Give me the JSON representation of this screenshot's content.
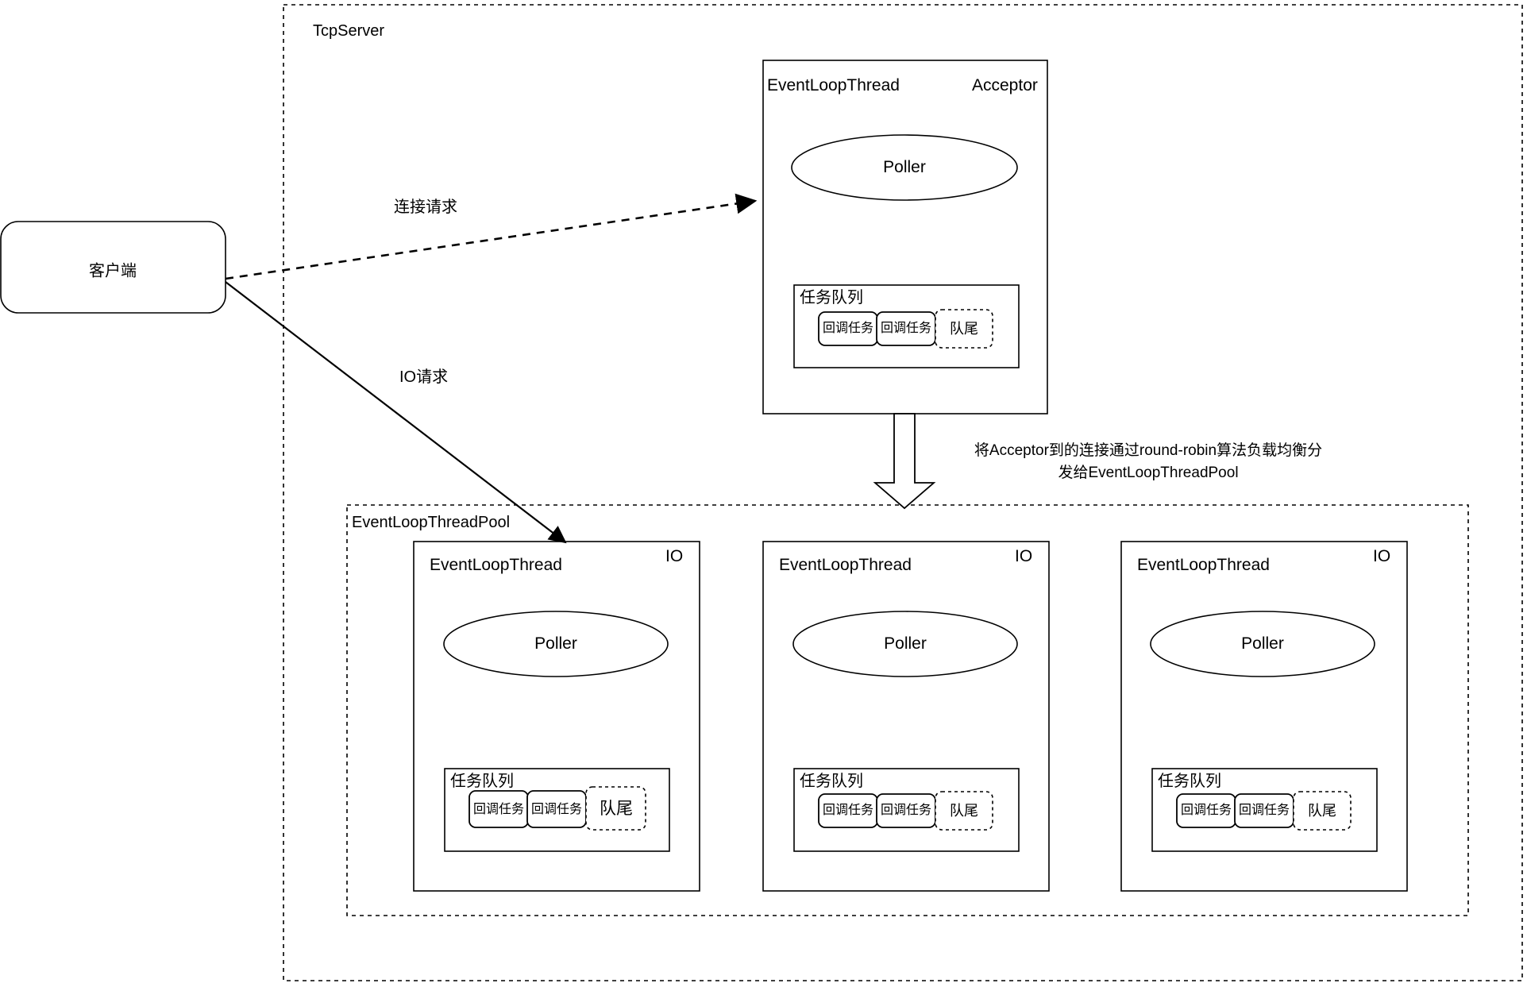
{
  "diagram": {
    "title": "TcpServer muduo-style reactor architecture",
    "colors": {
      "stroke": "#000000",
      "fill": "#ffffff",
      "background": "#ffffff"
    },
    "containers": [
      {
        "id": "tcpserver",
        "label": "TcpServer",
        "style": "dashed"
      },
      {
        "id": "pool",
        "label": "EventLoopThreadPool",
        "style": "dashed"
      }
    ],
    "client": {
      "label": "客户端",
      "shape": "rounded-rectangle"
    },
    "acceptor_thread": {
      "title": "EventLoopThread",
      "corner_label": "Acceptor",
      "poller": "Poller",
      "queue": {
        "label": "任务队列",
        "tasks": [
          "回调任务",
          "回调任务"
        ],
        "tail": "队尾"
      }
    },
    "pool_threads": [
      {
        "title": "EventLoopThread",
        "corner_label": "IO",
        "poller": "Poller",
        "queue": {
          "label": "任务队列",
          "tasks": [
            "回调任务",
            "回调任务"
          ],
          "tail": "队尾"
        }
      },
      {
        "title": "EventLoopThread",
        "corner_label": "IO",
        "poller": "Poller",
        "queue": {
          "label": "任务队列",
          "tasks": [
            "回调任务",
            "回调任务"
          ],
          "tail": "队尾"
        }
      },
      {
        "title": "EventLoopThread",
        "corner_label": "IO",
        "poller": "Poller",
        "queue": {
          "label": "任务队列",
          "tasks": [
            "回调任务",
            "回调任务"
          ],
          "tail": "队尾"
        }
      }
    ],
    "edges": [
      {
        "id": "connect",
        "label": "连接请求",
        "style": "dashed-arrow"
      },
      {
        "id": "io",
        "label": "IO请求",
        "style": "solid-arrow"
      },
      {
        "id": "dispatch",
        "label": "",
        "style": "block-arrow"
      }
    ],
    "note": {
      "line1": "将Acceptor到的连接通过round-robin算法负载均衡分",
      "line2": "发给EventLoopThreadPool"
    }
  }
}
